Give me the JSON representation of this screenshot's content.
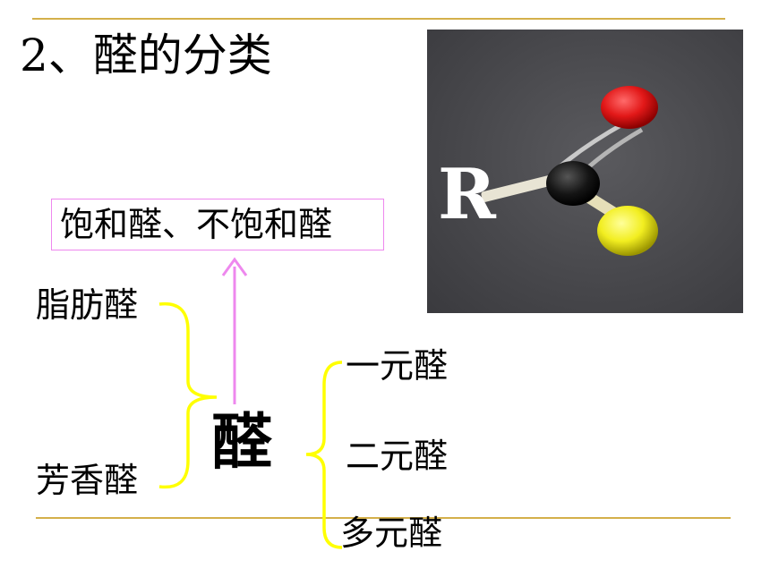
{
  "slide": {
    "title": "2、醛的分类",
    "photo_label": "R",
    "top_box": "饱和醛、不饱和醛",
    "center": "醛",
    "left_items": [
      "脂肪醛",
      "芳香醛"
    ],
    "right_items": [
      "一元醛",
      "二元醛",
      "多元醛"
    ]
  },
  "colors": {
    "rule": "#d4b04a",
    "brace": "#ffff00",
    "arrow": "#ee88ee",
    "oxygen": "#e21818",
    "hydrogen": "#f2ee20",
    "carbon": "#111111"
  },
  "icons": [
    "molecule-model-photo"
  ]
}
